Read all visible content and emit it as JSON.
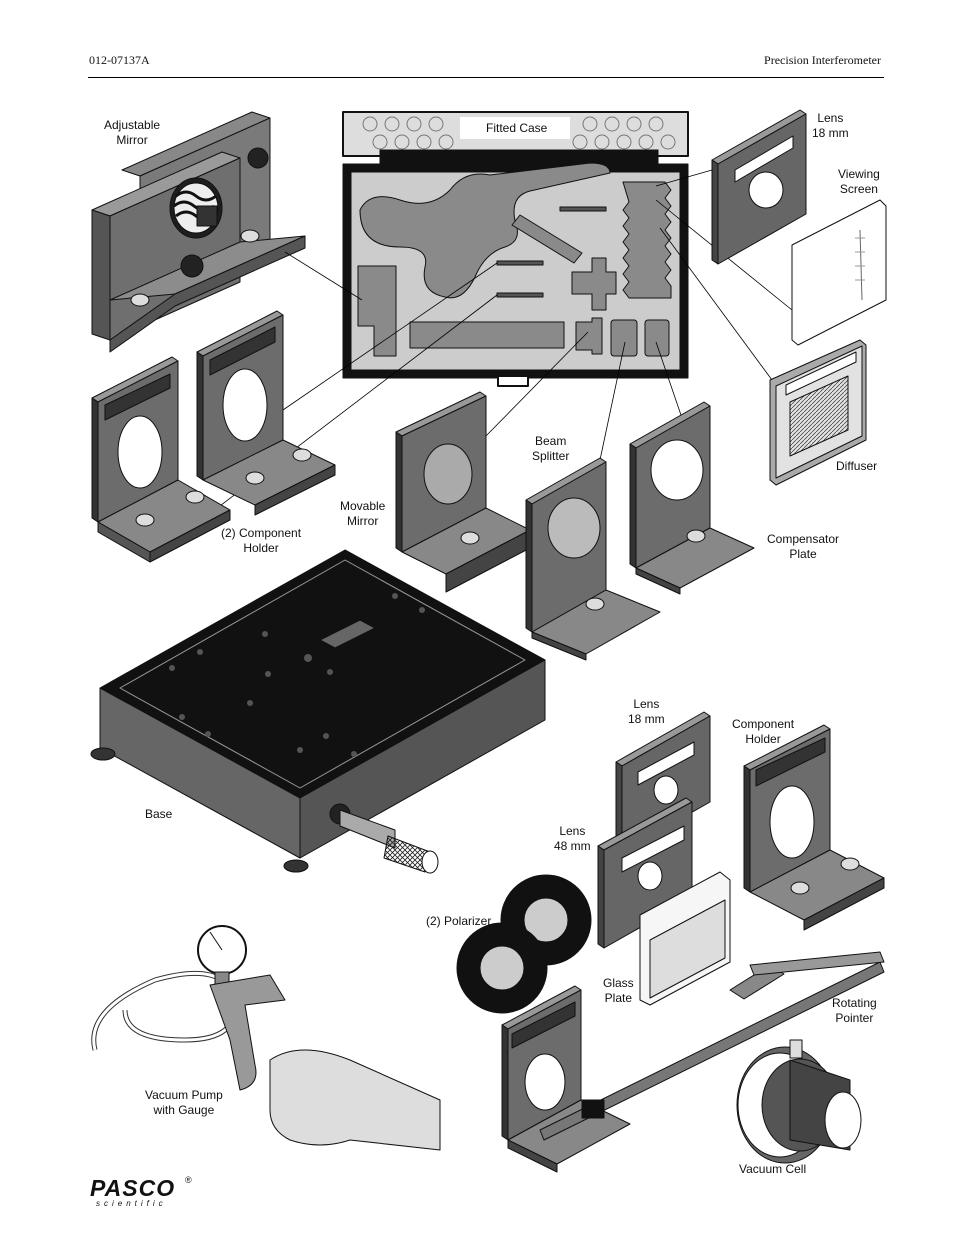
{
  "header": {
    "doc_number": "012-07137A",
    "doc_title": "Precision Interferometer"
  },
  "labels": {
    "adjustable_mirror": [
      "Adjustable",
      "Mirror"
    ],
    "fitted_case": "Fitted Case",
    "lens_18mm_top": [
      "Lens",
      "18 mm"
    ],
    "viewing_screen": [
      "Viewing",
      "Screen"
    ],
    "diffuser": "Diffuser",
    "beam_splitter": [
      "Beam",
      "Splitter"
    ],
    "movable_mirror": [
      "Movable",
      "Mirror"
    ],
    "component_holder_2": [
      "(2) Component",
      "Holder"
    ],
    "compensator_plate": [
      "Compensator",
      "Plate"
    ],
    "base": "Base",
    "lens_18mm_bottom": [
      "Lens",
      "18 mm"
    ],
    "component_holder": [
      "Component",
      "Holder"
    ],
    "lens_48mm": [
      "Lens",
      "48 mm"
    ],
    "polarizer_2": "(2) Polarizer",
    "glass_plate": [
      "Glass",
      "Plate"
    ],
    "rotating_pointer": [
      "Rotating",
      "Pointer"
    ],
    "vacuum_pump": [
      "Vacuum Pump",
      "with Gauge"
    ],
    "vacuum_cell": "Vacuum Cell"
  },
  "logo": {
    "word": "PASCO",
    "sub": "scientific",
    "reg": "®"
  }
}
